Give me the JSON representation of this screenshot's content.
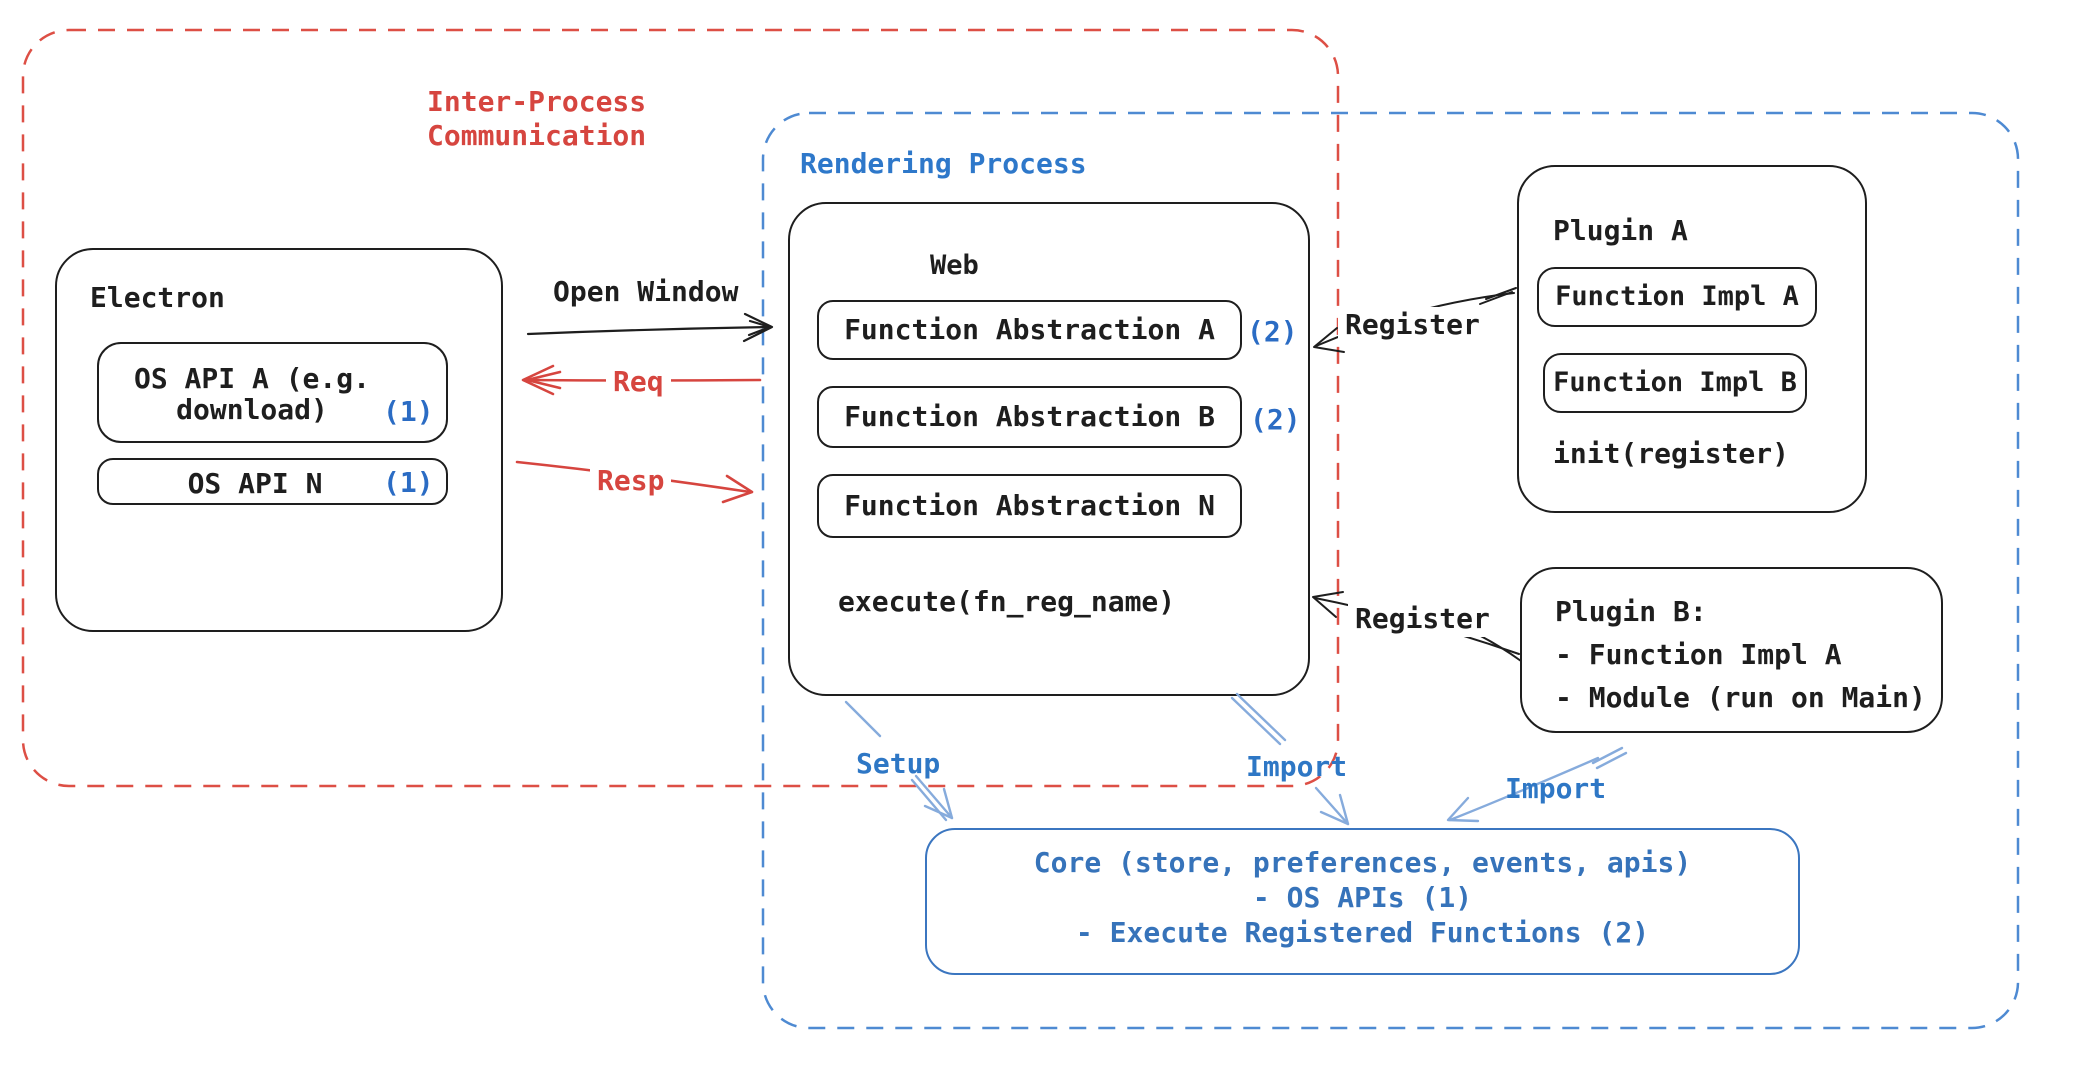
{
  "ipc": {
    "line1": "Inter-Process",
    "line2": "Communication"
  },
  "rendering": {
    "title": "Rendering Process"
  },
  "electron": {
    "title": "Electron",
    "api_a_line1": "OS API A (e.g.",
    "api_a_line2": "download)",
    "api_a_badge": "(1)",
    "api_n_label": "OS API N",
    "api_n_badge": "(1)"
  },
  "flows": {
    "open_window": "Open Window",
    "req": "Req",
    "resp": "Resp",
    "register_a": "Register",
    "register_b": "Register",
    "setup": "Setup",
    "import_web": "Import",
    "import_plugin": "Import"
  },
  "web": {
    "title": "Web",
    "fn_a": "Function Abstraction A",
    "fn_a_badge": "(2)",
    "fn_b": "Function Abstraction B",
    "fn_b_badge": "(2)",
    "fn_n": "Function Abstraction N",
    "execute": "execute(fn_reg_name)"
  },
  "plugin_a": {
    "title": "Plugin A",
    "impl_a": "Function Impl A",
    "impl_b": "Function Impl B",
    "init": "init(register)"
  },
  "plugin_b": {
    "line1": "Plugin B:",
    "line2": "- Function Impl A",
    "line3": "- Module (run on Main)"
  },
  "core": {
    "line1": "Core (store, preferences, events, apis)",
    "line2": "- OS APIs (1)",
    "line3": "- Execute Registered Functions (2)"
  },
  "colors": {
    "ink": "#1e1e1e",
    "red": "#d6453f",
    "blue_text": "#2e77c5",
    "core_blue": "#3673ba",
    "blue_dash": "#4e8ad2",
    "light_blue_arrow": "#86abdc"
  }
}
